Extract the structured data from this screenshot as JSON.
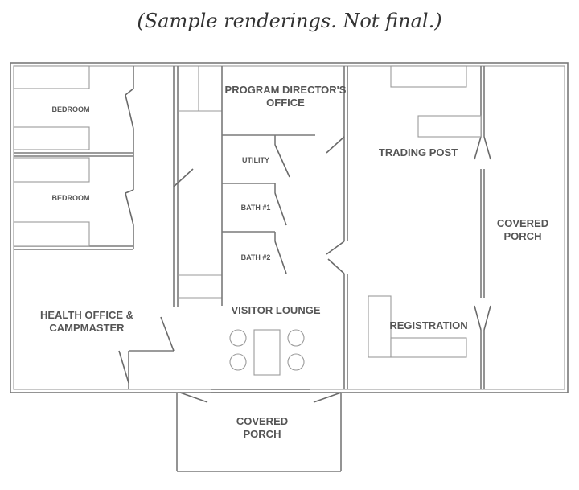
{
  "caption": "(Sample renderings. Not final.)",
  "rooms": {
    "bedroom_top": "BEDROOM",
    "bedroom_bottom": "BEDROOM",
    "program_director_l1": "PROGRAM DIRECTOR'S",
    "program_director_l2": "OFFICE",
    "utility": "UTILITY",
    "bath1": "BATH #1",
    "bath2": "BATH #2",
    "trading_post": "TRADING POST",
    "covered_porch_right_l1": "COVERED",
    "covered_porch_right_l2": "PORCH",
    "health_office_l1": "HEALTH OFFICE &",
    "health_office_l2": "CAMPMASTER",
    "visitor_lounge": "VISITOR LOUNGE",
    "registration": "REGISTRATION",
    "covered_porch_bottom_l1": "COVERED",
    "covered_porch_bottom_l2": "PORCH"
  }
}
